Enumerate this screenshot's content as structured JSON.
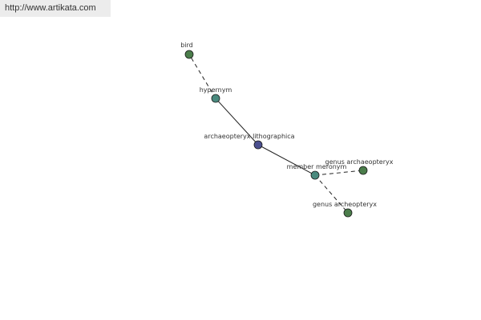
{
  "source_url": "http://www.artikata.com",
  "colors": {
    "center_node": "#4b4f8f",
    "relation_node": "#4a8a7e",
    "leaf_node": "#4b7d4b",
    "edge": "#222222",
    "label": "#333333"
  },
  "nodes": [
    {
      "id": "center",
      "label": "archaeopteryx lithographica",
      "kind": "center"
    },
    {
      "id": "hypernym",
      "label": "hypernym",
      "kind": "relation"
    },
    {
      "id": "bird",
      "label": "bird",
      "kind": "leaf"
    },
    {
      "id": "member_meronym",
      "label": "member meronym",
      "kind": "relation"
    },
    {
      "id": "genus_1",
      "label": "genus archaeopteryx",
      "kind": "leaf"
    },
    {
      "id": "genus_2",
      "label": "genus archeopteryx",
      "kind": "leaf"
    }
  ],
  "edges": [
    {
      "from": "center",
      "to": "hypernym",
      "style": "solid"
    },
    {
      "from": "hypernym",
      "to": "bird",
      "style": "dashed"
    },
    {
      "from": "center",
      "to": "member_meronym",
      "style": "solid"
    },
    {
      "from": "member_meronym",
      "to": "genus_1",
      "style": "dashed"
    },
    {
      "from": "member_meronym",
      "to": "genus_2",
      "style": "dashed"
    }
  ]
}
